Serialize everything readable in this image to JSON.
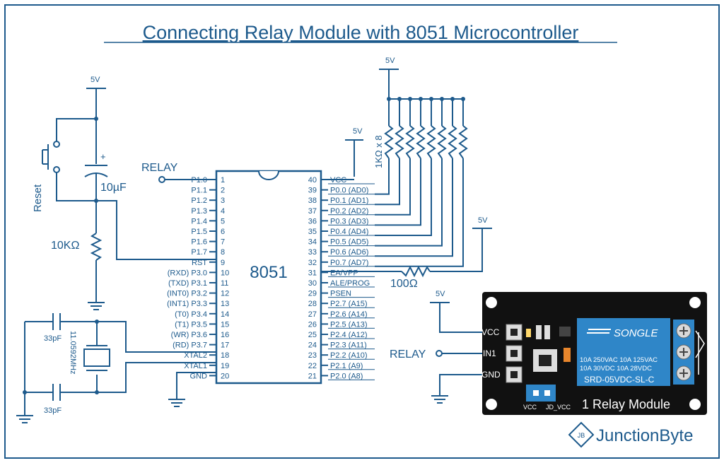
{
  "title": "Connecting Relay Module with 8051 Microcontroller",
  "colors": {
    "wire": "#1d5a8c",
    "board": "#111111",
    "relay_body": "#2f86c8",
    "terminal": "#2f86c8",
    "led": "#ffd86b"
  },
  "supply_labels": {
    "reset_5v": "5V",
    "pullup_5v": "5V",
    "vcc_5v": "5V",
    "ea_5v": "5V",
    "module_5v": "5V"
  },
  "reset": {
    "label": "Reset",
    "cap_label": "10µF",
    "cap_polarity": "+",
    "res_label": "10KΩ"
  },
  "crystal": {
    "freq_label": "11.0592MHz",
    "cap1_label": "33pF",
    "cap2_label": "33pF"
  },
  "pullup": {
    "label": "1KΩ x 8"
  },
  "ea_resistor": {
    "label": "100Ω"
  },
  "relay_net_label": "RELAY",
  "ic": {
    "name": "8051",
    "left_pins": [
      {
        "num": "1",
        "name": "P1.0"
      },
      {
        "num": "2",
        "name": "P1.1"
      },
      {
        "num": "3",
        "name": "P1.2"
      },
      {
        "num": "4",
        "name": "P1.3"
      },
      {
        "num": "5",
        "name": "P1.4"
      },
      {
        "num": "6",
        "name": "P1.5"
      },
      {
        "num": "7",
        "name": "P1.6"
      },
      {
        "num": "8",
        "name": "P1.7"
      },
      {
        "num": "9",
        "name": "RST"
      },
      {
        "num": "10",
        "name": "(RXD) P3.0"
      },
      {
        "num": "11",
        "name": "(TXD) P3.1"
      },
      {
        "num": "12",
        "name": "(INT0) P3.2"
      },
      {
        "num": "13",
        "name": "(INT1) P3.3"
      },
      {
        "num": "14",
        "name": "(T0) P3.4"
      },
      {
        "num": "15",
        "name": "(T1) P3.5"
      },
      {
        "num": "16",
        "name": "(WR) P3.6"
      },
      {
        "num": "17",
        "name": "(RD) P3.7"
      },
      {
        "num": "18",
        "name": "XTAL2"
      },
      {
        "num": "19",
        "name": "XTAL1"
      },
      {
        "num": "20",
        "name": "GND"
      }
    ],
    "right_pins": [
      {
        "num": "40",
        "name": "VCC"
      },
      {
        "num": "39",
        "name": "P0.0 (AD0)"
      },
      {
        "num": "38",
        "name": "P0.1 (AD1)"
      },
      {
        "num": "37",
        "name": "P0.2 (AD2)"
      },
      {
        "num": "36",
        "name": "P0.3 (AD3)"
      },
      {
        "num": "35",
        "name": "P0.4 (AD4)"
      },
      {
        "num": "34",
        "name": "P0.5 (AD5)"
      },
      {
        "num": "33",
        "name": "P0.6 (AD6)"
      },
      {
        "num": "32",
        "name": "P0.7 (AD7)"
      },
      {
        "num": "31",
        "name": "EA/VPP"
      },
      {
        "num": "30",
        "name": "ALE/PROG"
      },
      {
        "num": "29",
        "name": "PSEN"
      },
      {
        "num": "28",
        "name": "P2.7 (A15)"
      },
      {
        "num": "27",
        "name": "P2.6 (A14)"
      },
      {
        "num": "26",
        "name": "P2.5 (A13)"
      },
      {
        "num": "25",
        "name": "P2.4 (A12)"
      },
      {
        "num": "24",
        "name": "P2.3 (A11)"
      },
      {
        "num": "23",
        "name": "P2.2 (A10)"
      },
      {
        "num": "22",
        "name": "P2.1 (A9)"
      },
      {
        "num": "21",
        "name": "P2.0 (A8)"
      }
    ]
  },
  "module": {
    "pins": [
      "VCC",
      "IN1",
      "GND"
    ],
    "brand": "SONGLE",
    "rating1": "10A 250VAC 10A 125VAC",
    "rating2": "10A  30VDC  10A  28VDC",
    "model": "SRD-05VDC-SL-C",
    "jumper1": "VCC",
    "jumper2": "JD_VCC",
    "name": "1 Relay Module",
    "terminal_icon": "screw-terminal-icon"
  },
  "brand": {
    "name": "JunctionByte",
    "logo_icon": "chip-logo-icon",
    "logo_text": "JB"
  }
}
